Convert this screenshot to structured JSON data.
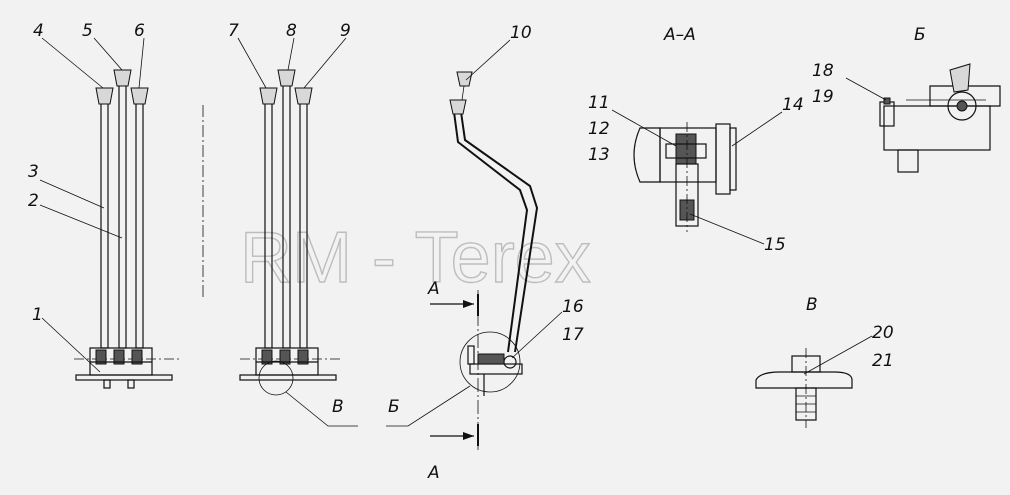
{
  "watermark": "RM - Terex",
  "callouts": {
    "c1": "1",
    "c2": "2",
    "c3": "3",
    "c4": "4",
    "c5": "5",
    "c6": "6",
    "c7": "7",
    "c8": "8",
    "c9": "9",
    "c10": "10",
    "c11": "11",
    "c12": "12",
    "c13": "13",
    "c14": "14",
    "c15": "15",
    "c16": "16",
    "c17": "17",
    "c18": "18",
    "c19": "19",
    "c20": "20",
    "c21": "21"
  },
  "views": {
    "section_aa": "А–А",
    "view_b": "Б",
    "view_v": "В",
    "section_mark_top": "А",
    "section_mark_bottom": "А",
    "ref_v": "В",
    "ref_b": "Б"
  }
}
